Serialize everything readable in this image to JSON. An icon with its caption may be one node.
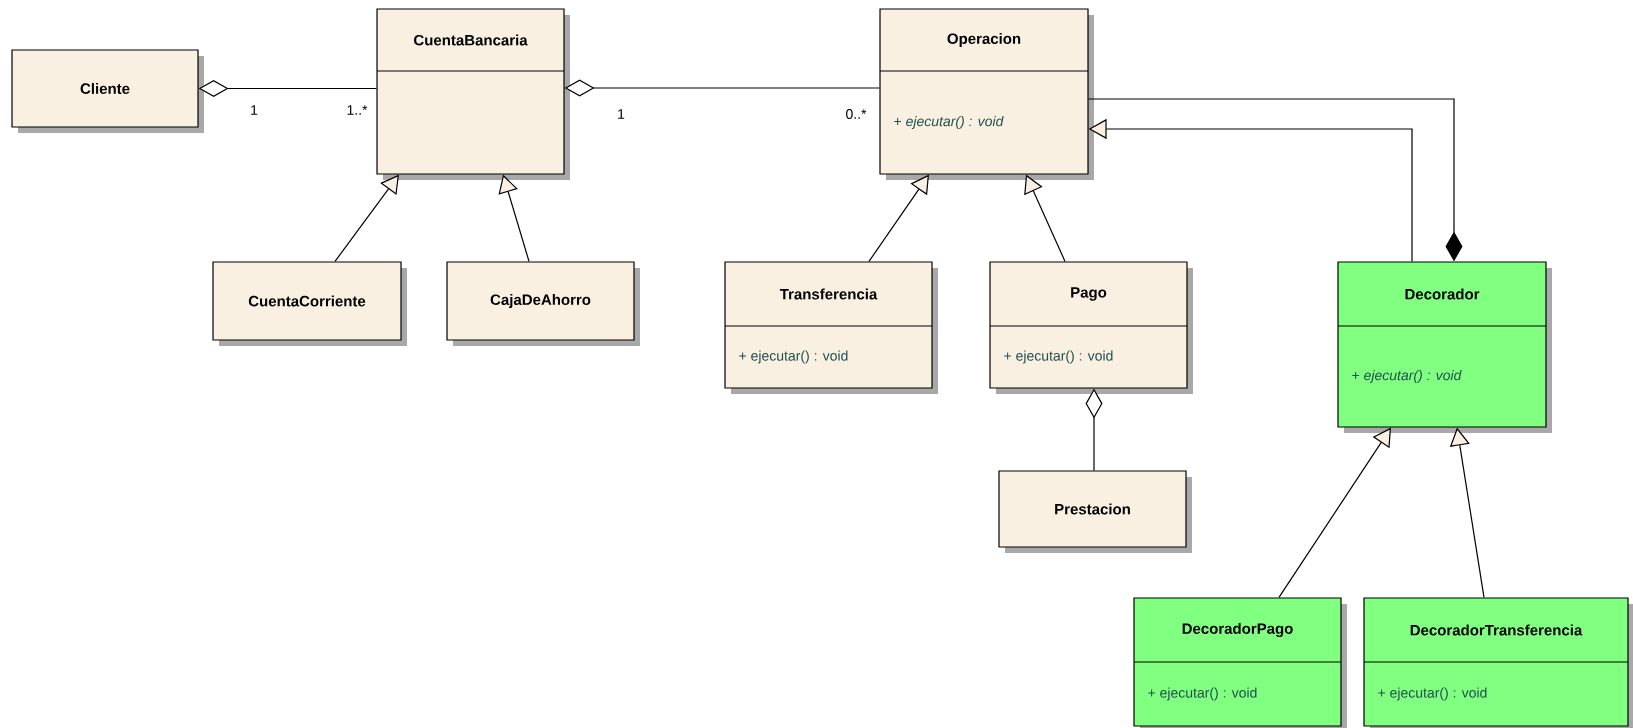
{
  "diagram": {
    "nodes": [
      {
        "text": [
          "Cliente"
        ]
      },
      {
        "text": [
          "CuentaBancaria"
        ]
      },
      {
        "text": [
          "Operacion",
          "+ *ejecutar() : void*"
        ]
      },
      {
        "text": [
          "CuentaCorriente"
        ]
      },
      {
        "text": [
          "CajaDeAhorro"
        ]
      },
      {
        "text": [
          "Transferencia",
          "+ ejecutar() : void"
        ]
      },
      {
        "text": [
          "Pago",
          "+ ejecutar() : void"
        ]
      },
      {
        "text": [
          "Decorador",
          "+ *ejecutar() : void*"
        ]
      },
      {
        "text": [
          "Prestacion"
        ]
      },
      {
        "text": [
          "DecoradorPago",
          "+ ejecutar() : void"
        ]
      },
      {
        "text": [
          "DecoradorTransferencia",
          "+ ejecutar() : void"
        ]
      }
    ],
    "edges": [
      {
        "from": 0,
        "to": 1,
        "arrow": "other"
      },
      {
        "from": 1,
        "to": 2,
        "arrow": "other"
      },
      {
        "from": 3,
        "to": 1,
        "arrow": "to"
      },
      {
        "from": 4,
        "to": 1,
        "arrow": "to"
      },
      {
        "from": 5,
        "to": 2,
        "arrow": "to"
      },
      {
        "from": 6,
        "to": 2,
        "arrow": "to"
      },
      {
        "from": 7,
        "to": 2,
        "arrow": "to"
      },
      {
        "from": 7,
        "to": 2,
        "arrow": "other"
      },
      {
        "from": 6,
        "to": 8,
        "arrow": "other"
      },
      {
        "from": 9,
        "to": 7,
        "arrow": "to"
      },
      {
        "from": 10,
        "to": 7,
        "arrow": "to"
      }
    ],
    "labels": [
      "1",
      "1..*",
      "1",
      "0..*"
    ]
  }
}
